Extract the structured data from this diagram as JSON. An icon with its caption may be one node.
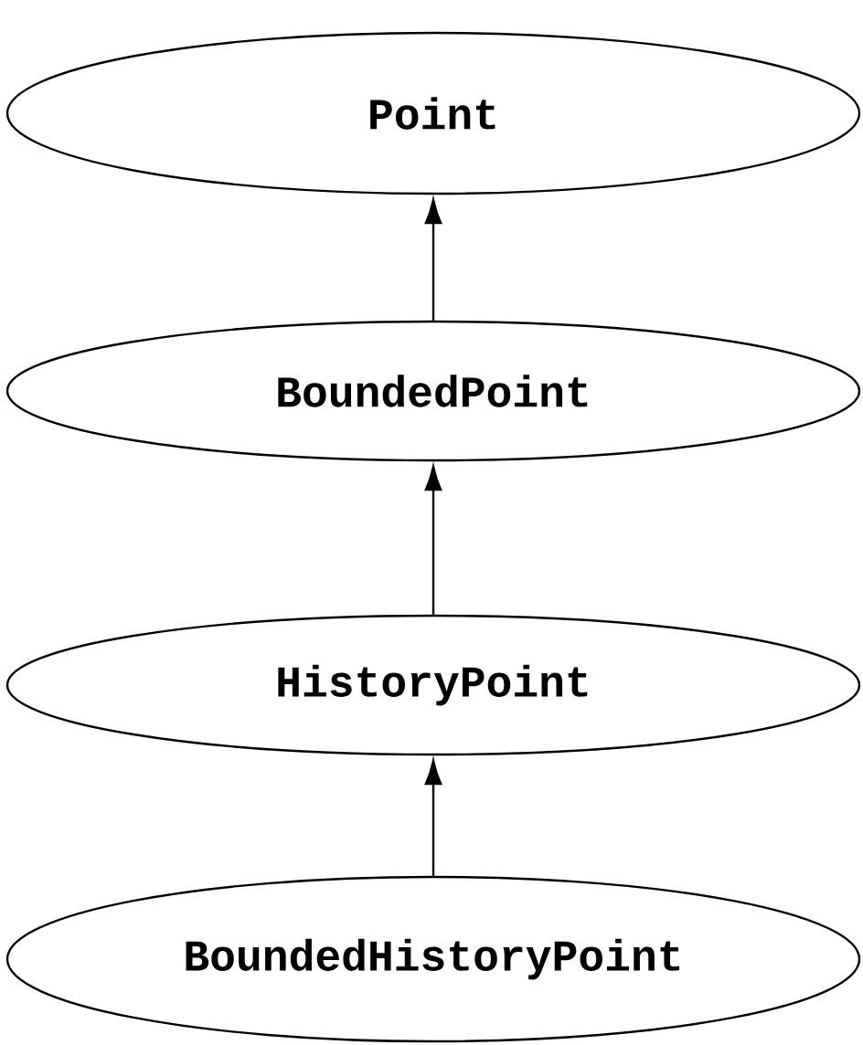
{
  "diagram": {
    "nodes": [
      {
        "text": [
          "Point"
        ]
      },
      {
        "text": [
          "BoundedPoint"
        ]
      },
      {
        "text": [
          "HistoryPoint"
        ]
      },
      {
        "text": [
          "BoundedHistoryPoint"
        ]
      }
    ],
    "edges": [
      {
        "from": 1,
        "to": 0,
        "arrow": "to"
      },
      {
        "from": 2,
        "to": 1,
        "arrow": "to"
      },
      {
        "from": 3,
        "to": 2,
        "arrow": "to"
      }
    ]
  }
}
